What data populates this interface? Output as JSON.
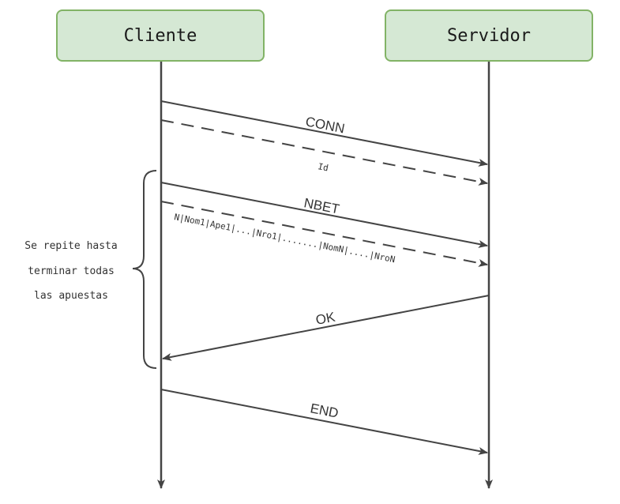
{
  "participants": {
    "client": "Cliente",
    "server": "Servidor"
  },
  "messages": {
    "conn": "CONN",
    "id": "Id",
    "nbet": "NBET",
    "nbet_payload": "N|Nom1|Ape1|...|Nro1|.......|NomN|....|NroN",
    "ok": "OK",
    "end": "END"
  },
  "loop_note": {
    "line1": "Se repite hasta",
    "line2": "terminar todas",
    "line3": "las apuestas"
  },
  "colors": {
    "box_fill": "#d5e8d4",
    "box_border": "#82b366",
    "line": "#444444"
  }
}
